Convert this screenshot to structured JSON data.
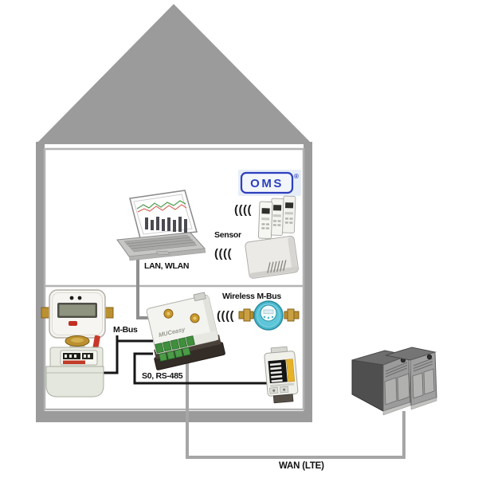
{
  "diagram": {
    "labels": {
      "lan_wlan": "LAN, WLAN",
      "sensor": "Sensor",
      "m_bus": "M-Bus",
      "wireless_m_bus": "Wireless M-Bus",
      "s0_rs485": "S0, RS-485",
      "wan_lte": "WAN (LTE)"
    },
    "oms_logo": {
      "text": "OMS",
      "registered_mark": "®"
    },
    "gateway": {
      "label": "MUCeasy"
    },
    "wireless_wave_glyph": "((((",
    "devices": [
      "laptop with metering software",
      "wireless heat cost allocators",
      "room sensor",
      "heat meter",
      "gas meter",
      "M-Bus gateway",
      "wireless water meter",
      "DIN-rail electricity meter",
      "backend servers"
    ],
    "colors": {
      "structure_gray": "#9b9b9b",
      "room_outline_gray": "#b3b3b3",
      "wan_line_gray": "#a6a6a6",
      "lan_line_gray": "#8f8f8f",
      "bus_line_black": "#161616",
      "label_black": "#101010",
      "oms_blue": "#2d3fbe",
      "oms_bg": "#e7eef7",
      "water_meter_teal": "#4ab6cb",
      "terminal_green": "#3f8f3c",
      "brass": "#bb9030",
      "din_meter_yellow": "#e5b22a",
      "red_accent": "#c23022"
    }
  }
}
